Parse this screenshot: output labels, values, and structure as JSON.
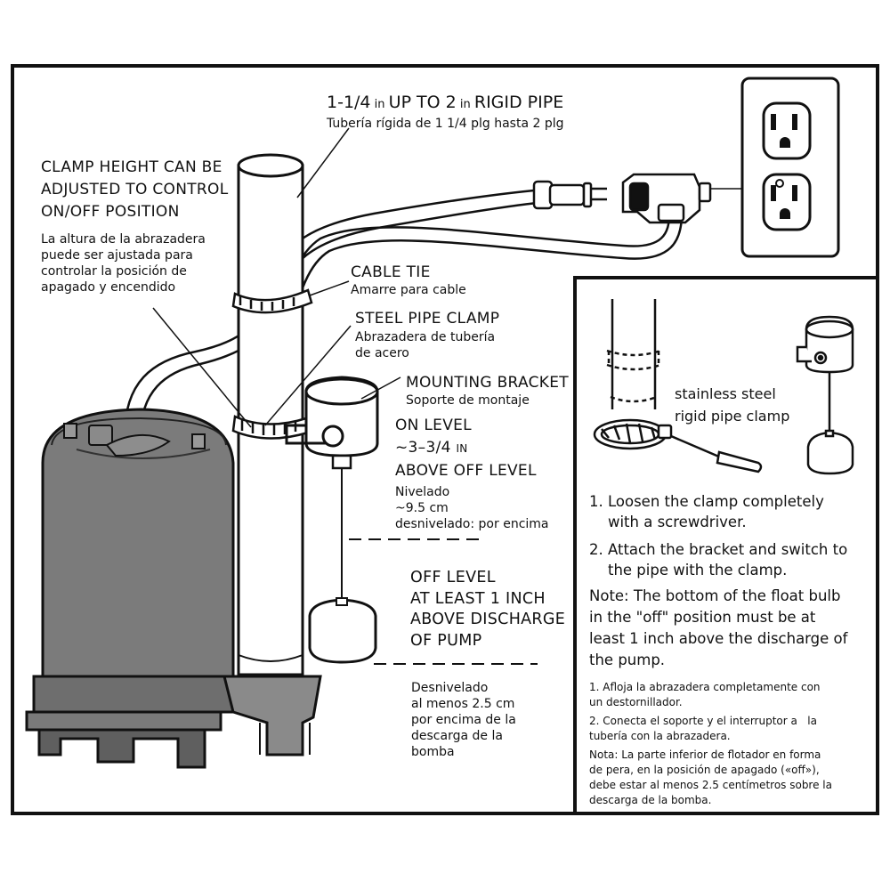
{
  "pipe_label": {
    "en_parts": [
      "1-1/4",
      " in ",
      "UP TO 2",
      " in ",
      "RIGID PIPE"
    ],
    "es": "Tubería rígida de 1 1/4 plg hasta 2 plg"
  },
  "clamp_height": {
    "en": [
      "CLAMP HEIGHT CAN BE",
      "ADJUSTED TO CONTROL",
      "ON/OFF POSITION"
    ],
    "es": [
      "La altura de la abrazadera",
      "puede ser ajustada para",
      "controlar la posición de",
      "apagado y encendido"
    ]
  },
  "cable_tie": {
    "en": "CABLE TIE",
    "es": "Amarre para cable"
  },
  "steel_pipe_clamp": {
    "en": "STEEL PIPE CLAMP",
    "es": [
      "Abrazadera de tubería",
      "de acero"
    ]
  },
  "mounting_bracket": {
    "en": "MOUNTING BRACKET",
    "es": "Soporte de montaje"
  },
  "on_level": {
    "en": [
      "ON LEVEL",
      "~3–3/4",
      "IN",
      "ABOVE OFF LEVEL"
    ],
    "es": [
      "Nivelado",
      "~9.5 cm",
      "desnivelado: por encima"
    ]
  },
  "off_level": {
    "en": [
      "OFF LEVEL",
      "AT LEAST 1 INCH",
      "ABOVE DISCHARGE",
      "OF PUMP"
    ],
    "es": [
      "Desnivelado",
      "al menos 2.5 cm",
      "por encima de la",
      "descarga de la",
      "bomba"
    ]
  },
  "inset": {
    "clamp_label": [
      "stainless steel",
      "rigid pipe clamp"
    ],
    "steps_en": [
      [
        "1. Loosen the clamp completely",
        "    with a screwdriver."
      ],
      [
        "2. Attach the bracket and switch to",
        "    the pipe with the clamp."
      ]
    ],
    "note_en": [
      "Note: The bottom of the float bulb",
      "in the \"off\" position must be at",
      "least 1 inch above the discharge of",
      "the pump."
    ],
    "steps_es": [
      [
        "1. Afloja la abrazadera completamente con",
        "un destornillador."
      ],
      [
        "2. Conecta el soporte y el interruptor a   la",
        "tubería con la abrazadera."
      ]
    ],
    "note_es": [
      "Nota: La parte inferior de flotador en forma",
      "de pera, en la posición de apagado («off»),",
      "debe estar al menos 2.5 centímetros sobre la",
      "descarga de la bomba."
    ]
  },
  "colors": {
    "ink": "#111111",
    "body": "#7b7b7b",
    "body_dark": "#5f5f5f",
    "pipe": "#ffffff",
    "paper": "#ffffff"
  }
}
